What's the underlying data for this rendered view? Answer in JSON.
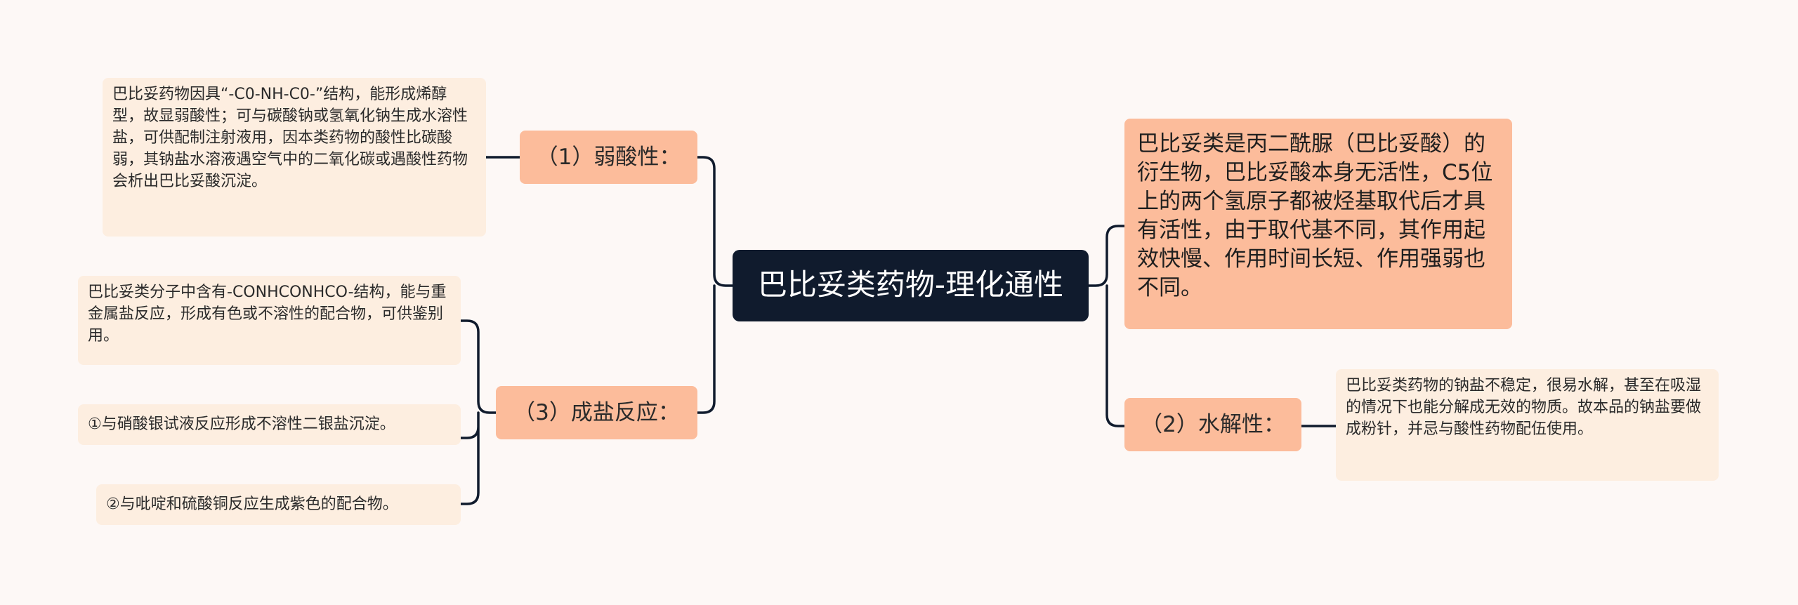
{
  "root": {
    "label": "巴比妥类药物-理化通性"
  },
  "branches": {
    "weak_acid": {
      "label": "（1）弱酸性：",
      "note": "巴比妥药物因具“-C0-NH-C0-”结构，能形成烯醇型，故显弱酸性；可与碳酸钠或氢氧化钠生成水溶性盐，可供配制注射液用，因本类药物的酸性比碳酸弱，其钠盐水溶液遇空气中的二氧化碳或遇酸性药物会析出巴比妥酸沉淀。"
    },
    "salt_reaction": {
      "label": "（3）成盐反应：",
      "notes": [
        "巴比妥类分子中含有-CONHCONHCO-结构，能与重金属盐反应，形成有色或不溶性的配合物，可供鉴别用。",
        "①与硝酸银试液反应形成不溶性二银盐沉淀。",
        "②与吡啶和硫酸铜反应生成紫色的配合物。"
      ]
    },
    "overview": {
      "label": "巴比妥类是丙二酰脲（巴比妥酸）的衍生物，巴比妥酸本身无活性，C5位上的两个氢原子都被烃基取代后才具有活性，由于取代基不同，其作用起效快慢、作用时间长短、作用强弱也不同。"
    },
    "hydrolysis": {
      "label": "（2）水解性：",
      "note": "巴比妥类药物的钠盐不稳定，很易水解，甚至在吸湿的情况下也能分解成无效的物质。故本品的钠盐要做成粉针，并忌与酸性药物配伍使用。"
    }
  },
  "colors": {
    "root_bg": "#101b2d",
    "branch_bg": "#fcbc9b",
    "leaf_bg": "#fdeee0",
    "line": "#101b2d",
    "canvas_bg": "#fdf8f6"
  }
}
